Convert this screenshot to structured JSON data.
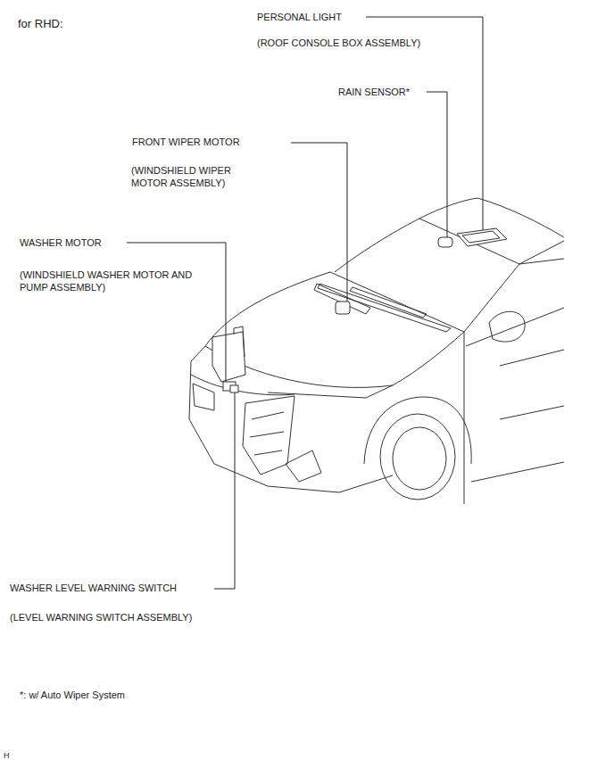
{
  "diagram": {
    "labels": [
      "for RHD:",
      "PERSONAL LIGHT",
      "(ROOF CONSOLE BOX ASSEMBLY)",
      "RAIN SENSOR*",
      "FRONT WIPER MOTOR",
      "(WINDSHIELD WIPER MOTOR ASSEMBLY)",
      "WASHER MOTOR",
      "(WINDSHIELD WASHER MOTOR AND PUMP ASSEMBLY)",
      "WASHER LEVEL WARNING SWITCH",
      "(LEVEL WARNING SWITCH ASSEMBLY)",
      "*: w/ Auto Wiper System",
      "H"
    ]
  }
}
